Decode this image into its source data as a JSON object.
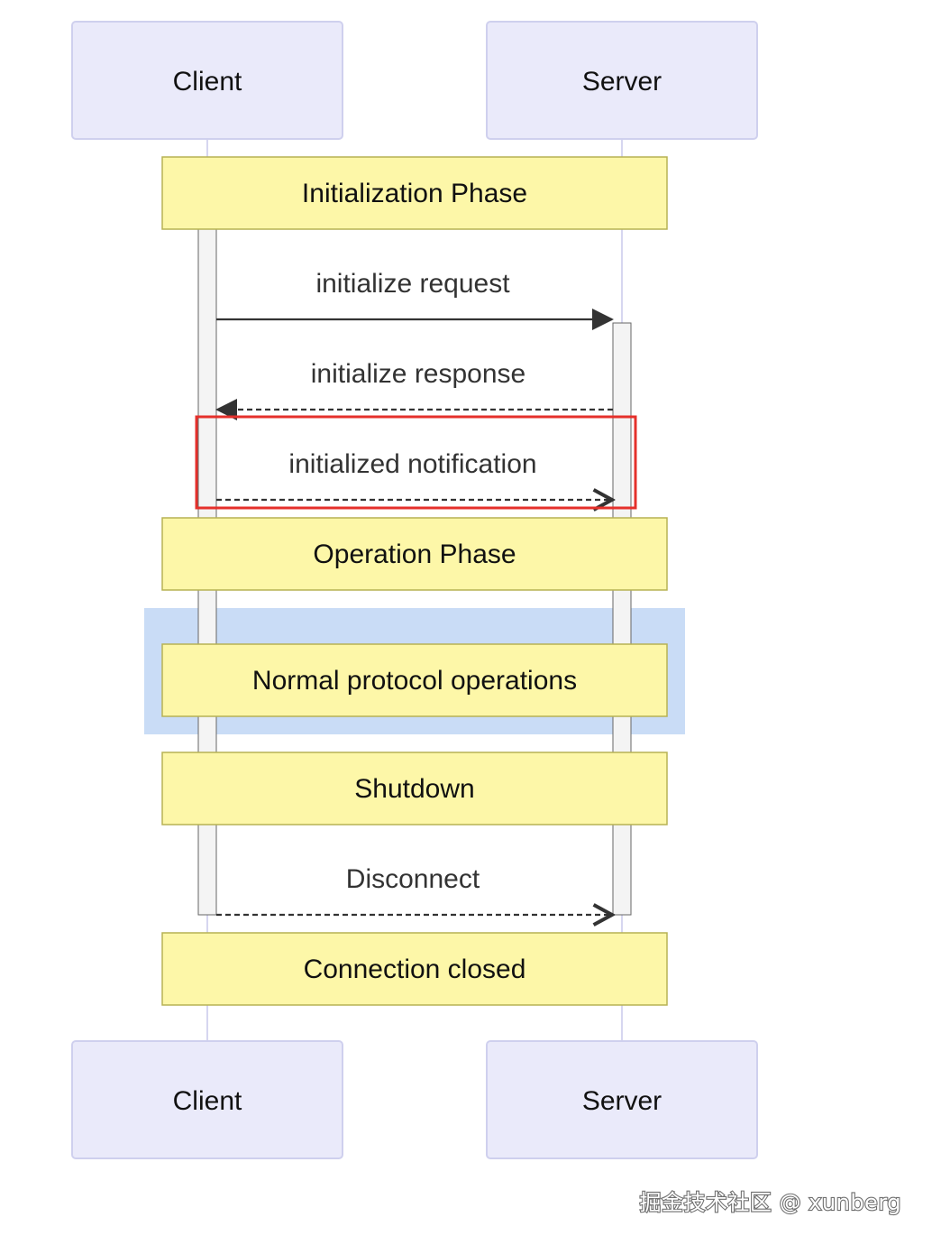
{
  "participants": {
    "client": "Client",
    "server": "Server"
  },
  "notes": {
    "initialization_phase": "Initialization Phase",
    "operation_phase": "Operation Phase",
    "normal_protocol_operations": "Normal protocol operations",
    "shutdown": "Shutdown",
    "connection_closed": "Connection closed"
  },
  "messages": {
    "initialize_request": "initialize request",
    "initialize_response": "initialize response",
    "initialized_notification": "initialized notification",
    "disconnect": "Disconnect"
  },
  "watermark": "掘金技术社区 @ xunberg",
  "colors": {
    "actor_fill": "#eaeafa",
    "actor_stroke": "#cfd0ee",
    "lifeline": "#d6d6f0",
    "note_fill": "#fdf7a8",
    "note_stroke": "#b7b254",
    "activation_fill": "#f4f4f4",
    "activation_stroke": "#666666",
    "rect_highlight": "#c9dcf6",
    "arrow": "#333333",
    "annotation_box": "#e5302b"
  }
}
